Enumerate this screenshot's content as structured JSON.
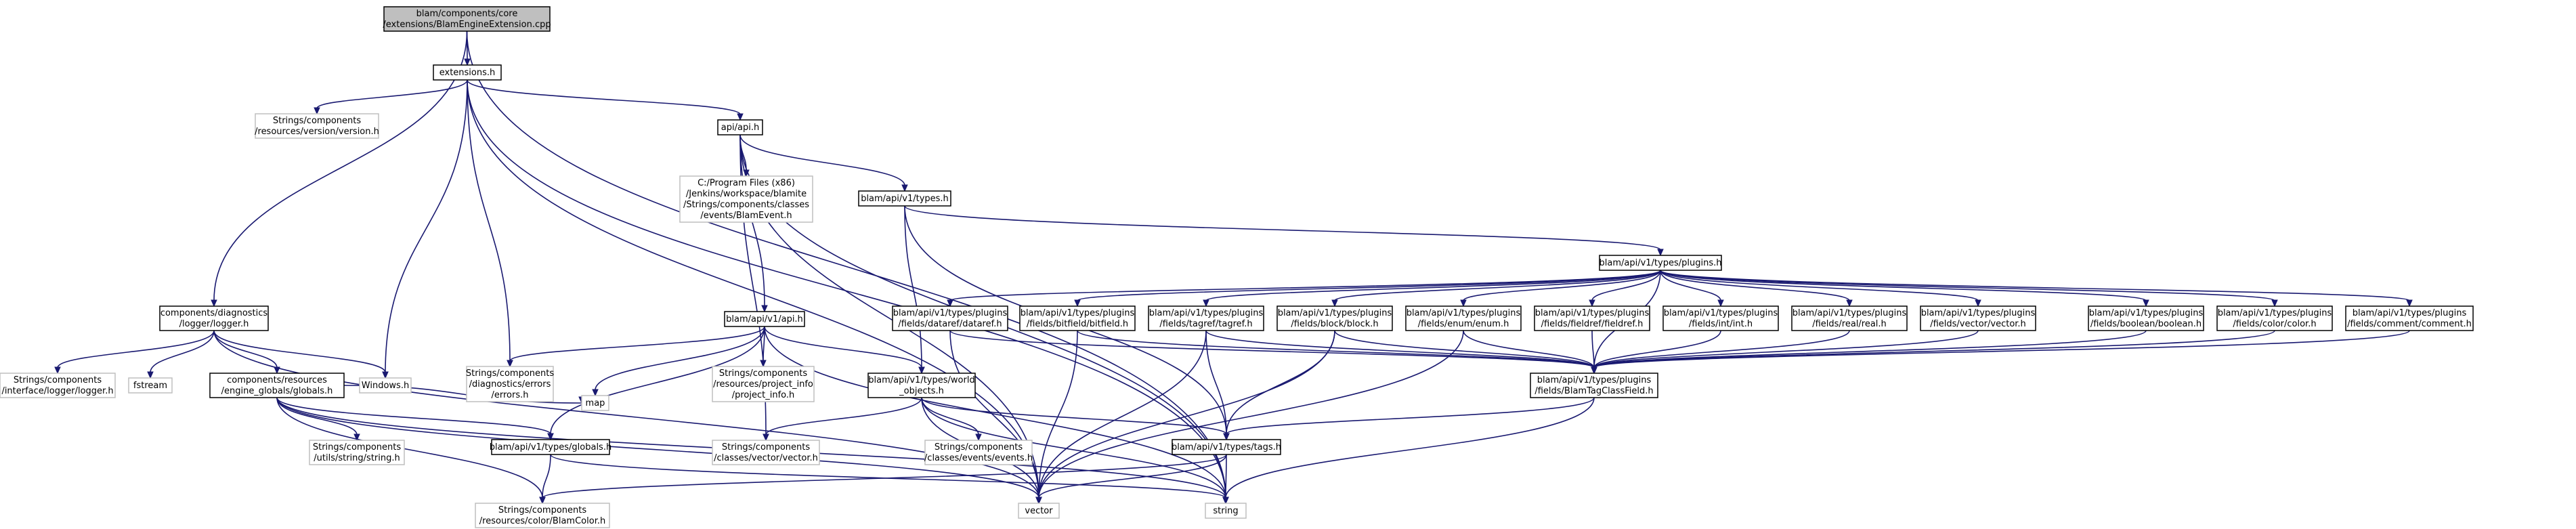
{
  "nodes": [
    {
      "id": "root",
      "lines": [
        "blam/components/core",
        "/extensions/BlamEngineExtension.cpp"
      ],
      "style": "root"
    },
    {
      "id": "extensions_h",
      "lines": [
        "extensions.h"
      ],
      "style": "normal"
    },
    {
      "id": "logger_h",
      "lines": [
        "components/diagnostics",
        "/logger/logger.h"
      ],
      "style": "normal"
    },
    {
      "id": "windows_h",
      "lines": [
        "Windows.h"
      ],
      "style": "grey"
    },
    {
      "id": "version_h",
      "lines": [
        "Strings/components",
        "/resources/version/version.h"
      ],
      "style": "grey"
    },
    {
      "id": "api_h",
      "lines": [
        "api/api.h"
      ],
      "style": "normal"
    },
    {
      "id": "vector",
      "lines": [
        "vector"
      ],
      "style": "grey"
    },
    {
      "id": "errors_h",
      "lines": [
        "Strings/components",
        "/diagnostics/errors",
        "/errors.h"
      ],
      "style": "grey"
    },
    {
      "id": "string",
      "lines": [
        "string"
      ],
      "style": "grey"
    },
    {
      "id": "logger_iface_h",
      "lines": [
        "Strings/components",
        "/interface/logger/logger.h"
      ],
      "style": "grey"
    },
    {
      "id": "fstream",
      "lines": [
        "fstream"
      ],
      "style": "grey"
    },
    {
      "id": "globals_eng_h",
      "lines": [
        "components/resources",
        "/engine_globals/globals.h"
      ],
      "style": "normal"
    },
    {
      "id": "blamevent_h",
      "lines": [
        "C:/Program Files (x86)",
        "/Jenkins/workspace/blamite",
        "/Strings/components/classes",
        "/events/BlamEvent.h"
      ],
      "style": "grey"
    },
    {
      "id": "v1types_h",
      "lines": [
        "blam/api/v1/types.h"
      ],
      "style": "normal"
    },
    {
      "id": "v1api_h",
      "lines": [
        "blam/api/v1/api.h"
      ],
      "style": "normal"
    },
    {
      "id": "string_util_h",
      "lines": [
        "Strings/components",
        "/utils/string/string.h"
      ],
      "style": "grey"
    },
    {
      "id": "globals_h",
      "lines": [
        "blam/api/v1/types/globals.h"
      ],
      "style": "normal"
    },
    {
      "id": "map",
      "lines": [
        "map"
      ],
      "style": "grey"
    },
    {
      "id": "blamcolor_h",
      "lines": [
        "Strings/components",
        "/resources/color/BlamColor.h"
      ],
      "style": "grey"
    },
    {
      "id": "project_info_h",
      "lines": [
        "Strings/components",
        "/resources/project_info",
        "/project_info.h"
      ],
      "style": "grey"
    },
    {
      "id": "world_objects_h",
      "lines": [
        "blam/api/v1/types/world",
        "_objects.h"
      ],
      "style": "normal"
    },
    {
      "id": "tags_h",
      "lines": [
        "blam/api/v1/types/tags.h"
      ],
      "style": "normal"
    },
    {
      "id": "plugins_h",
      "lines": [
        "blam/api/v1/types/plugins.h"
      ],
      "style": "normal"
    },
    {
      "id": "vector_cls_h",
      "lines": [
        "Strings/components",
        "/classes/vector/vector.h"
      ],
      "style": "grey"
    },
    {
      "id": "events_h",
      "lines": [
        "Strings/components",
        "/classes/events/events.h"
      ],
      "style": "grey"
    },
    {
      "id": "dataref_h",
      "lines": [
        "blam/api/v1/types/plugins",
        "/fields/dataref/dataref.h"
      ],
      "style": "normal"
    },
    {
      "id": "bitfield_h",
      "lines": [
        "blam/api/v1/types/plugins",
        "/fields/bitfield/bitfield.h"
      ],
      "style": "normal"
    },
    {
      "id": "tagref_h",
      "lines": [
        "blam/api/v1/types/plugins",
        "/fields/tagref/tagref.h"
      ],
      "style": "normal"
    },
    {
      "id": "block_h",
      "lines": [
        "blam/api/v1/types/plugins",
        "/fields/block/block.h"
      ],
      "style": "normal"
    },
    {
      "id": "enum_h",
      "lines": [
        "blam/api/v1/types/plugins",
        "/fields/enum/enum.h"
      ],
      "style": "normal"
    },
    {
      "id": "fieldref_h",
      "lines": [
        "blam/api/v1/types/plugins",
        "/fields/fieldref/fieldref.h"
      ],
      "style": "normal"
    },
    {
      "id": "int_h",
      "lines": [
        "blam/api/v1/types/plugins",
        "/fields/int/int.h"
      ],
      "style": "normal"
    },
    {
      "id": "real_h",
      "lines": [
        "blam/api/v1/types/plugins",
        "/fields/real/real.h"
      ],
      "style": "normal"
    },
    {
      "id": "vector_fld_h",
      "lines": [
        "blam/api/v1/types/plugins",
        "/fields/vector/vector.h"
      ],
      "style": "normal"
    },
    {
      "id": "boolean_h",
      "lines": [
        "blam/api/v1/types/plugins",
        "/fields/boolean/boolean.h"
      ],
      "style": "normal"
    },
    {
      "id": "color_h",
      "lines": [
        "blam/api/v1/types/plugins",
        "/fields/color/color.h"
      ],
      "style": "normal"
    },
    {
      "id": "comment_h",
      "lines": [
        "blam/api/v1/types/plugins",
        "/fields/comment/comment.h"
      ],
      "style": "normal"
    },
    {
      "id": "blamtagclassfield_h",
      "lines": [
        "blam/api/v1/types/plugins",
        "/fields/BlamTagClassField.h"
      ],
      "style": "normal"
    }
  ],
  "edges": [
    [
      "root",
      "extensions_h"
    ],
    [
      "root",
      "logger_h"
    ],
    [
      "root",
      "string"
    ],
    [
      "extensions_h",
      "version_h"
    ],
    [
      "extensions_h",
      "api_h"
    ],
    [
      "extensions_h",
      "windows_h"
    ],
    [
      "extensions_h",
      "errors_h"
    ],
    [
      "extensions_h",
      "vector"
    ],
    [
      "extensions_h",
      "string"
    ],
    [
      "logger_h",
      "logger_iface_h"
    ],
    [
      "logger_h",
      "fstream"
    ],
    [
      "logger_h",
      "globals_eng_h"
    ],
    [
      "logger_h",
      "windows_h"
    ],
    [
      "logger_h",
      "vector"
    ],
    [
      "api_h",
      "blamevent_h"
    ],
    [
      "api_h",
      "v1types_h"
    ],
    [
      "api_h",
      "v1api_h"
    ],
    [
      "api_h",
      "vector_cls_h"
    ],
    [
      "api_h",
      "vector"
    ],
    [
      "api_h",
      "string"
    ],
    [
      "globals_eng_h",
      "string_util_h"
    ],
    [
      "globals_eng_h",
      "globals_h"
    ],
    [
      "globals_eng_h",
      "map"
    ],
    [
      "globals_eng_h",
      "blamcolor_h"
    ],
    [
      "globals_eng_h",
      "vector"
    ],
    [
      "globals_eng_h",
      "string"
    ],
    [
      "v1types_h",
      "plugins_h"
    ],
    [
      "v1types_h",
      "world_objects_h"
    ],
    [
      "v1types_h",
      "tags_h"
    ],
    [
      "v1api_h",
      "errors_h"
    ],
    [
      "v1api_h",
      "project_info_h"
    ],
    [
      "v1api_h",
      "world_objects_h"
    ],
    [
      "v1api_h",
      "globals_h"
    ],
    [
      "v1api_h",
      "map"
    ],
    [
      "v1api_h",
      "string"
    ],
    [
      "globals_h",
      "blamcolor_h"
    ],
    [
      "globals_h",
      "string"
    ],
    [
      "world_objects_h",
      "vector_cls_h"
    ],
    [
      "world_objects_h",
      "events_h"
    ],
    [
      "world_objects_h",
      "tags_h"
    ],
    [
      "world_objects_h",
      "vector"
    ],
    [
      "world_objects_h",
      "string"
    ],
    [
      "tags_h",
      "blamcolor_h"
    ],
    [
      "tags_h",
      "vector"
    ],
    [
      "tags_h",
      "string"
    ],
    [
      "plugins_h",
      "dataref_h"
    ],
    [
      "plugins_h",
      "bitfield_h"
    ],
    [
      "plugins_h",
      "tagref_h"
    ],
    [
      "plugins_h",
      "block_h"
    ],
    [
      "plugins_h",
      "enum_h"
    ],
    [
      "plugins_h",
      "fieldref_h"
    ],
    [
      "plugins_h",
      "int_h"
    ],
    [
      "plugins_h",
      "real_h"
    ],
    [
      "plugins_h",
      "vector_fld_h"
    ],
    [
      "plugins_h",
      "boolean_h"
    ],
    [
      "plugins_h",
      "color_h"
    ],
    [
      "plugins_h",
      "comment_h"
    ],
    [
      "plugins_h",
      "blamtagclassfield_h"
    ],
    [
      "dataref_h",
      "blamtagclassfield_h"
    ],
    [
      "dataref_h",
      "vector"
    ],
    [
      "bitfield_h",
      "blamtagclassfield_h"
    ],
    [
      "bitfield_h",
      "vector"
    ],
    [
      "tagref_h",
      "blamtagclassfield_h"
    ],
    [
      "tagref_h",
      "tags_h"
    ],
    [
      "tagref_h",
      "vector"
    ],
    [
      "block_h",
      "blamtagclassfield_h"
    ],
    [
      "block_h",
      "tags_h"
    ],
    [
      "block_h",
      "vector"
    ],
    [
      "enum_h",
      "blamtagclassfield_h"
    ],
    [
      "enum_h",
      "vector"
    ],
    [
      "fieldref_h",
      "blamtagclassfield_h"
    ],
    [
      "int_h",
      "blamtagclassfield_h"
    ],
    [
      "real_h",
      "blamtagclassfield_h"
    ],
    [
      "vector_fld_h",
      "blamtagclassfield_h"
    ],
    [
      "boolean_h",
      "blamtagclassfield_h"
    ],
    [
      "color_h",
      "blamtagclassfield_h"
    ],
    [
      "comment_h",
      "blamtagclassfield_h"
    ],
    [
      "blamtagclassfield_h",
      "tags_h"
    ],
    [
      "blamtagclassfield_h",
      "string"
    ]
  ]
}
